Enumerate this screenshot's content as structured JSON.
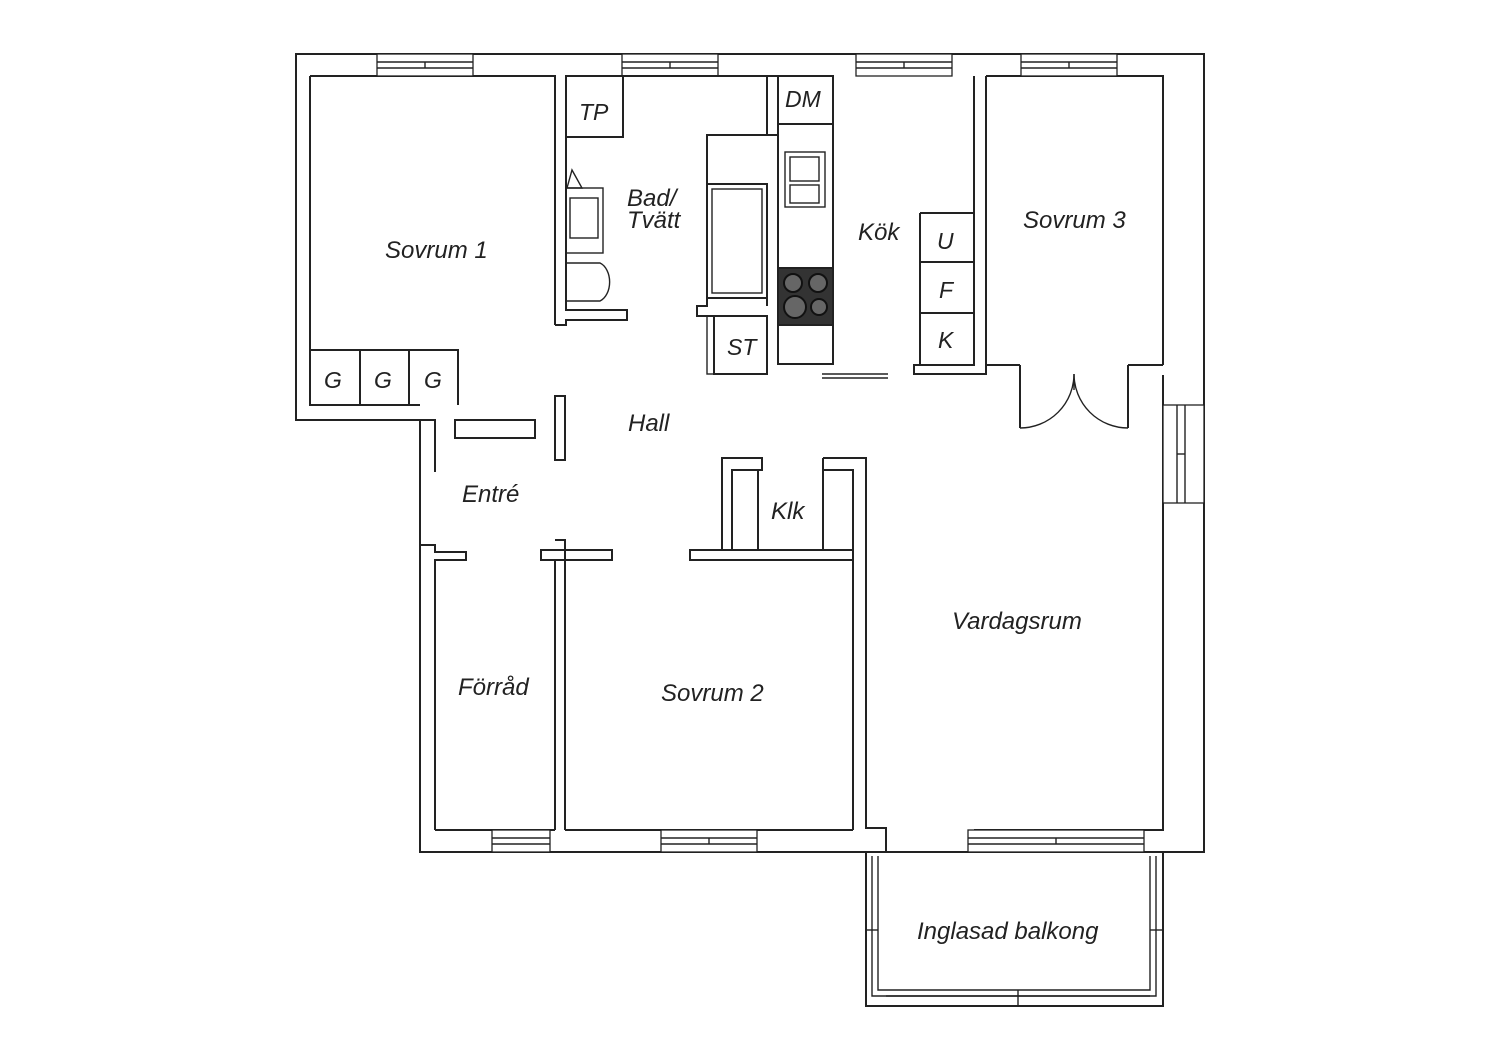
{
  "rooms": {
    "sovrum1": "Sovrum 1",
    "bad": "Bad/",
    "tvatt": "Tvätt",
    "kok": "Kök",
    "sovrum3": "Sovrum 3",
    "hall": "Hall",
    "entre": "Entré",
    "klk": "Klk",
    "vardagsrum": "Vardagsrum",
    "forrad": "Förråd",
    "sovrum2": "Sovrum 2",
    "balkong": "Inglasad balkong"
  },
  "fixtures": {
    "tp": "TP",
    "dm": "DM",
    "st": "ST",
    "u": "U",
    "f": "F",
    "k": "K",
    "g1": "G",
    "g2": "G",
    "g3": "G"
  }
}
